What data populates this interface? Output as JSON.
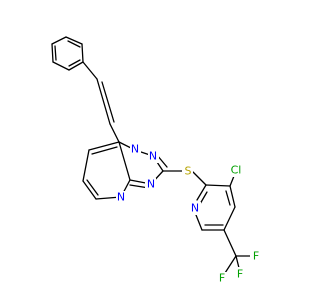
{
  "molecule": {
    "atoms": [
      {
        "label": "N",
        "color": "#0000ff"
      },
      {
        "label": "N",
        "color": "#0000ff"
      },
      {
        "label": "N",
        "color": "#0000ff"
      },
      {
        "label": "N",
        "color": "#0000ff"
      },
      {
        "label": "N",
        "color": "#0000ff"
      },
      {
        "label": "S",
        "color": "#b5a300"
      },
      {
        "label": "Cl",
        "color": "#00a000"
      },
      {
        "label": "F",
        "color": "#00a000"
      },
      {
        "label": "F",
        "color": "#00a000"
      },
      {
        "label": "F",
        "color": "#00a000"
      }
    ]
  }
}
